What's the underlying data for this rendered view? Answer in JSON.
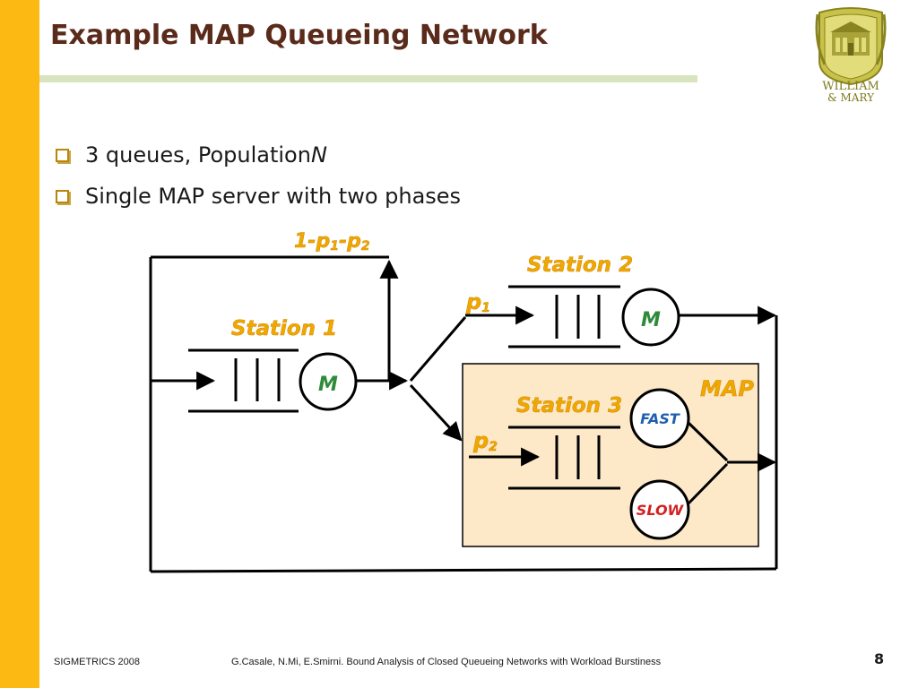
{
  "slide": {
    "title": "Example MAP Queueing Network",
    "accent_color": "#fdb913",
    "title_color": "#5a2a1a"
  },
  "logo": {
    "line1": "WILLIAM",
    "line2": "& MARY"
  },
  "bullets": [
    {
      "text": "3 queues, Population ",
      "var": "N"
    },
    {
      "text": "Single MAP server with two phases"
    }
  ],
  "diagram": {
    "label_color": "#f0a800",
    "station1": {
      "label": "Station 1",
      "server": "M"
    },
    "station2": {
      "label": "Station 2",
      "server": "M"
    },
    "station3": {
      "label": "Station 3"
    },
    "map": {
      "label": "MAP",
      "fast": "FAST",
      "slow": "SLOW",
      "fast_color": "#1f5fb0",
      "slow_color": "#d42020"
    },
    "route_labels": {
      "feedback": {
        "base": "1-p",
        "sub1": "1",
        "mid": "-p",
        "sub2": "2"
      },
      "p1": {
        "base": "p",
        "sub": "1"
      },
      "p2": {
        "base": "p",
        "sub": "2"
      }
    }
  },
  "footer": {
    "conference": "SIGMETRICS 2008",
    "citation": "G.Casale, N.Mi, E.Smirni. Bound Analysis of Closed Queueing Networks with Workload Burstiness",
    "page": "8"
  }
}
